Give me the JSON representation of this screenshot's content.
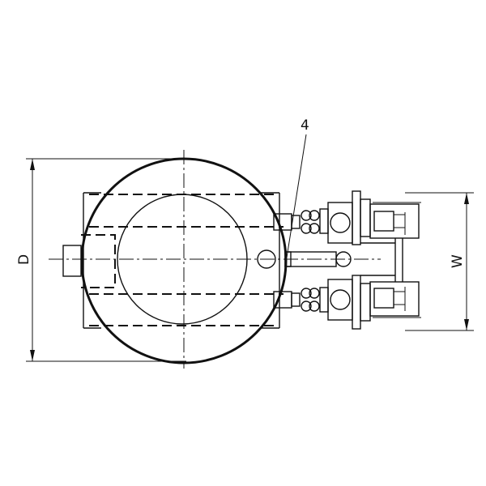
{
  "labels": {
    "part_number": "4",
    "diameter": "D",
    "width": "W"
  },
  "colors": {
    "line": "#111111",
    "background": "#ffffff"
  }
}
